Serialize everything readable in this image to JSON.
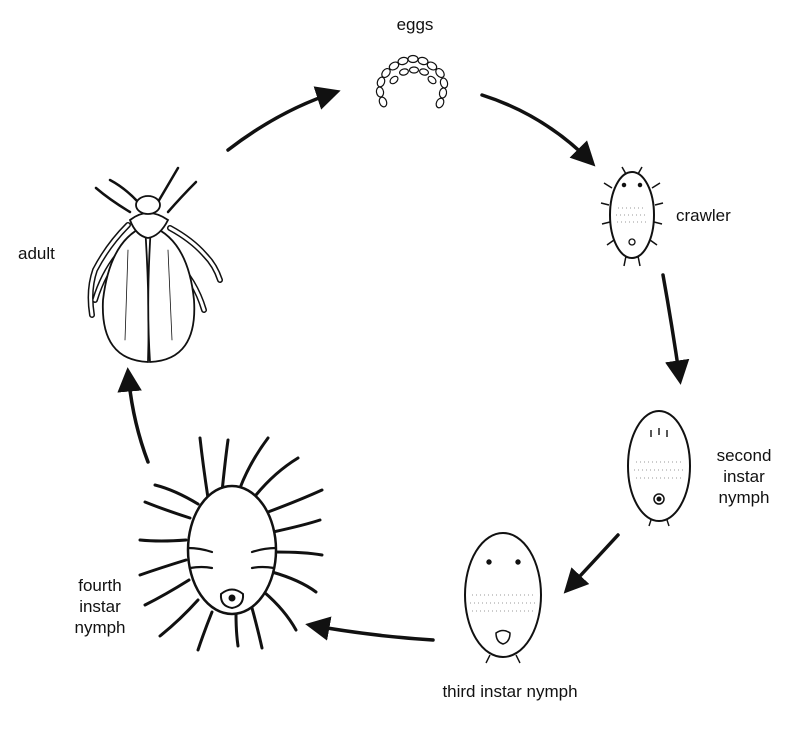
{
  "stages": {
    "eggs": "eggs",
    "crawler": "crawler",
    "second_instar": [
      "second",
      "instar",
      "nymph"
    ],
    "third_instar": "third instar nymph",
    "fourth_instar": [
      "fourth",
      "instar",
      "nymph"
    ],
    "adult": "adult"
  },
  "icons": [
    "eggs-icon",
    "crawler-icon",
    "second-instar-nymph-icon",
    "third-instar-nymph-icon",
    "fourth-instar-nymph-icon",
    "adult-insect-icon"
  ],
  "colors": {
    "ink": "#111111",
    "background": "#ffffff"
  }
}
